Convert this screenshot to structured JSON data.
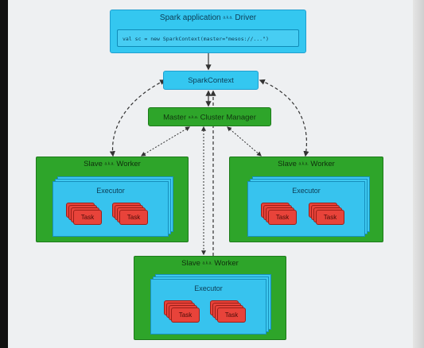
{
  "driver": {
    "title": "Spark application",
    "aka": "a.k.a.",
    "title_suffix": "Driver",
    "code": "val sc = new SparkContext(master=\"mesos://...\")"
  },
  "spark_context": {
    "label": "SparkContext"
  },
  "master": {
    "title": "Master",
    "aka": "a.k.a.",
    "title_suffix": "Cluster Manager"
  },
  "workers": [
    {
      "title": "Slave",
      "aka": "a.k.a.",
      "title_suffix": "Worker",
      "executor": "Executor",
      "tasks": [
        "Task",
        "Task"
      ]
    },
    {
      "title": "Slave",
      "aka": "a.k.a.",
      "title_suffix": "Worker",
      "executor": "Executor",
      "tasks": [
        "Task",
        "Task"
      ]
    },
    {
      "title": "Slave",
      "aka": "a.k.a.",
      "title_suffix": "Worker",
      "executor": "Executor",
      "tasks": [
        "Task",
        "Task"
      ]
    }
  ],
  "colors": {
    "driver": "#34c7f0",
    "master": "#2ea52a",
    "worker": "#2ea52a",
    "executor": "#37c3ee",
    "task": "#e8433a",
    "edge": "#333333"
  }
}
